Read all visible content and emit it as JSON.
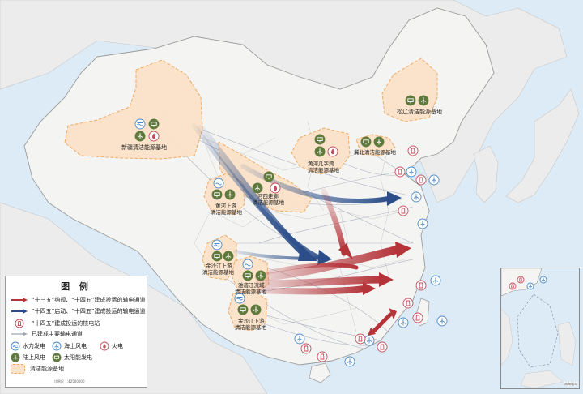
{
  "legend": {
    "title": "图  例",
    "items": [
      {
        "key": "arrow-135",
        "text": "“十三五”纳规、“十四五”建成投运的输电通道",
        "color": "#b5343a"
      },
      {
        "key": "arrow-145",
        "text": "“十四五”启动、“十四五”建成投运的输电通道",
        "color": "#2b4e8a"
      },
      {
        "key": "nuclear",
        "text": "“十四五”建成投运的核电站",
        "color": "#c24d5a"
      },
      {
        "key": "line",
        "text": "已建成主要输电通道",
        "color": "#9aa4b4"
      }
    ],
    "icons": [
      {
        "key": "hydro",
        "text": "水力发电"
      },
      {
        "key": "offshore-wind",
        "text": "海上风电"
      },
      {
        "key": "thermal",
        "text": "火电"
      },
      {
        "key": "onshore-wind",
        "text": "陆上风电"
      },
      {
        "key": "solar",
        "text": "太阳能发电"
      }
    ],
    "base_text": "清洁能源基地",
    "scale_text": "比例尺 1:42500000"
  },
  "bases": [
    {
      "name": "新疆清洁能源基地"
    },
    {
      "name": "松辽清洁能源基地"
    },
    {
      "name": "黄河几字湾\n清洁能源基地"
    },
    {
      "name": "冀北清洁能源基地"
    },
    {
      "name": "河西走廊\n清洁能源基地"
    },
    {
      "name": "黄河上游\n清洁能源基地"
    },
    {
      "name": "金沙江上游\n清洁能源基地"
    },
    {
      "name": "雅砻江流域\n清洁能源基地"
    },
    {
      "name": "金沙江下游\n清洁能源基地"
    }
  ],
  "inset": {
    "caption": "南海诸岛"
  },
  "colors": {
    "sea": "#dcebf6",
    "land": "#f4f4f2",
    "neighbor": "#ececec",
    "base_fill": "#fbe3c8",
    "base_stroke": "#f0a860",
    "red_arrow": "#b5343a",
    "blue_arrow": "#2b4e8a",
    "icon_green": "#5f7a3c",
    "icon_blue": "#4a88c8",
    "icon_red": "#c24d5a"
  }
}
